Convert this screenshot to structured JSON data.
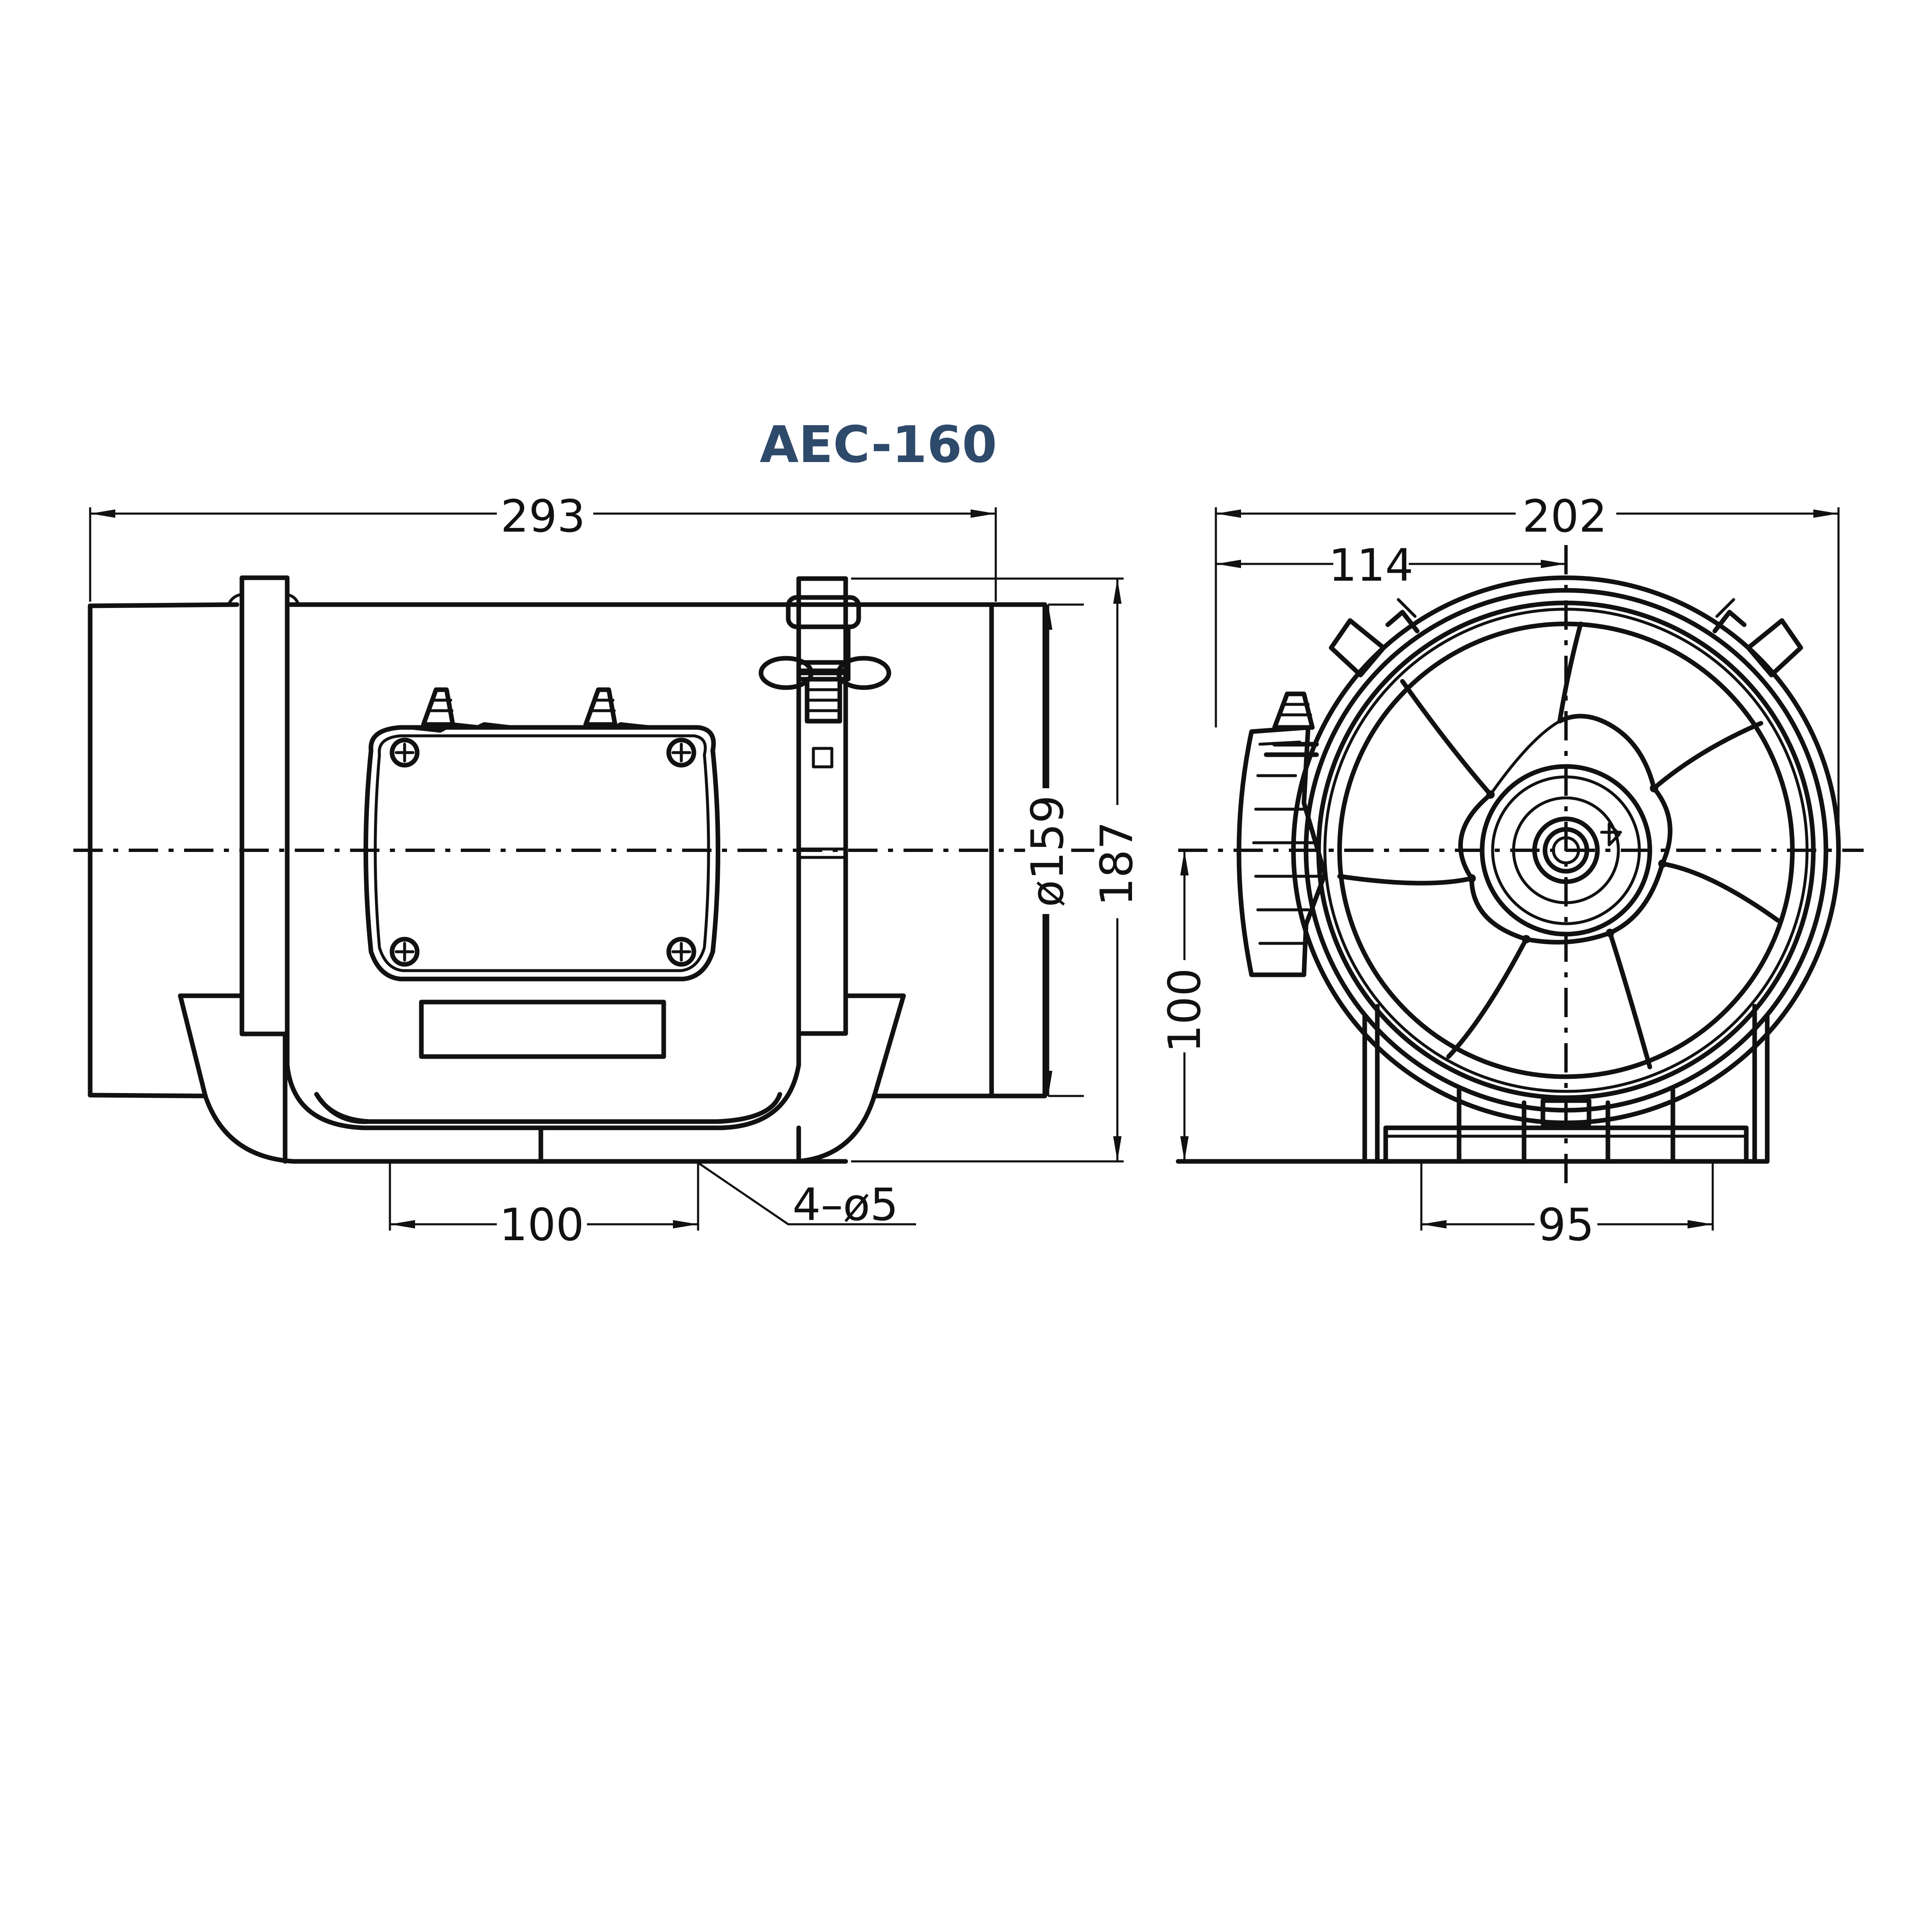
{
  "title": "AEC-160",
  "colors": {
    "title": "#2e4a6b",
    "line": "#111111",
    "background": "#ffffff"
  },
  "side_view": {
    "overall_length": "293",
    "duct_diameter": "ø159",
    "overall_height": "187",
    "mount_hole_spacing": "100",
    "mount_holes": "4–ø5"
  },
  "front_view": {
    "overall_width": "202",
    "offset_to_axis": "114",
    "axis_height": "100",
    "base_width": "95"
  }
}
